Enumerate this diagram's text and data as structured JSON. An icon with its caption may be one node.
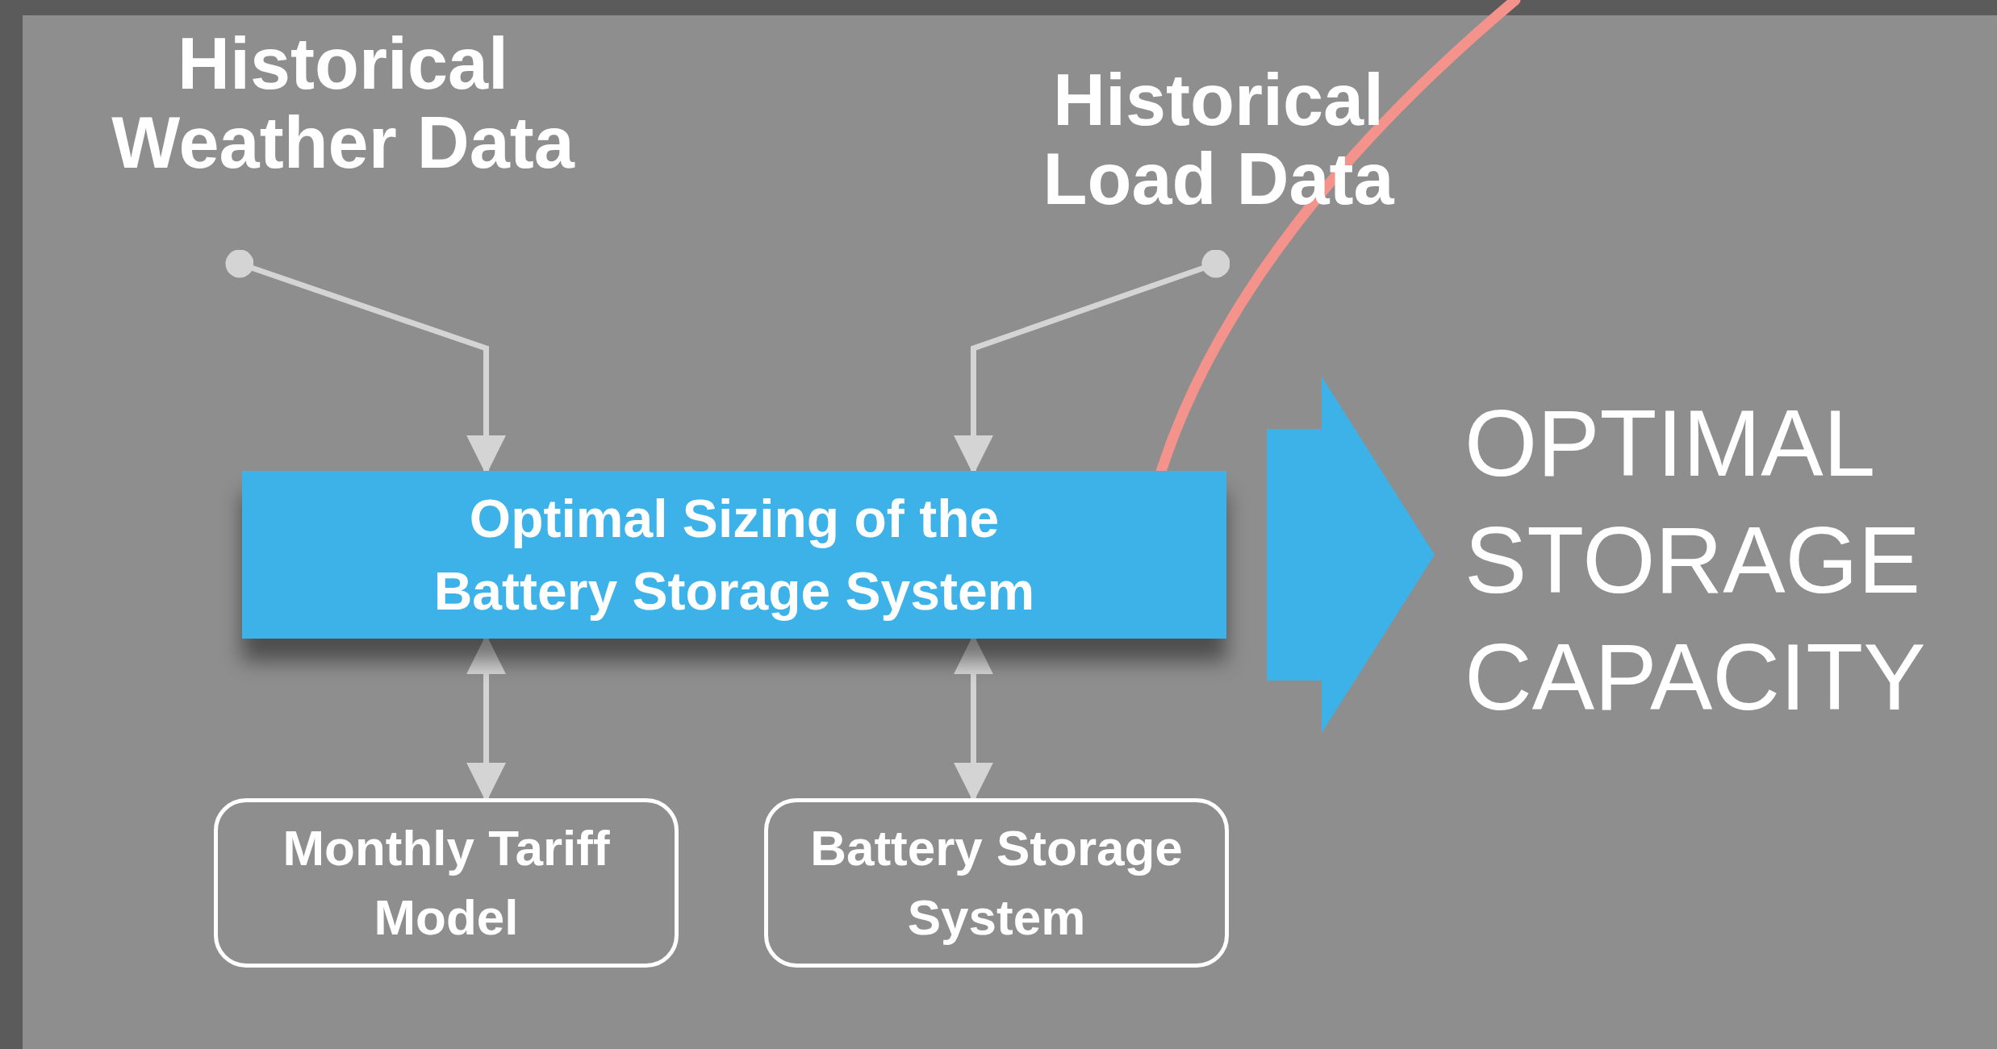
{
  "diagram": {
    "nodes": [
      {
        "text": [
          "Historical Weather Data"
        ]
      },
      {
        "text": [
          "Historical Load Data"
        ]
      },
      {
        "text": [
          "Optimal Sizing of the Battery Storage System"
        ]
      },
      {
        "text": [
          "Monthly Tariff Model"
        ]
      },
      {
        "text": [
          "Battery Storage System"
        ]
      },
      {
        "text": [
          "OPTIMAL STORAGE CAPACITY"
        ]
      }
    ],
    "edges": [
      {
        "from": 0,
        "to": 2,
        "arrow": "to"
      },
      {
        "from": 1,
        "to": 2,
        "arrow": "to"
      },
      {
        "from": 2,
        "to": 3,
        "arrow": "both"
      },
      {
        "from": 2,
        "to": 4,
        "arrow": "both"
      },
      {
        "from": 2,
        "to": 5,
        "arrow": "to",
        "style": "thick",
        "color": "#3db2e9"
      }
    ]
  }
}
